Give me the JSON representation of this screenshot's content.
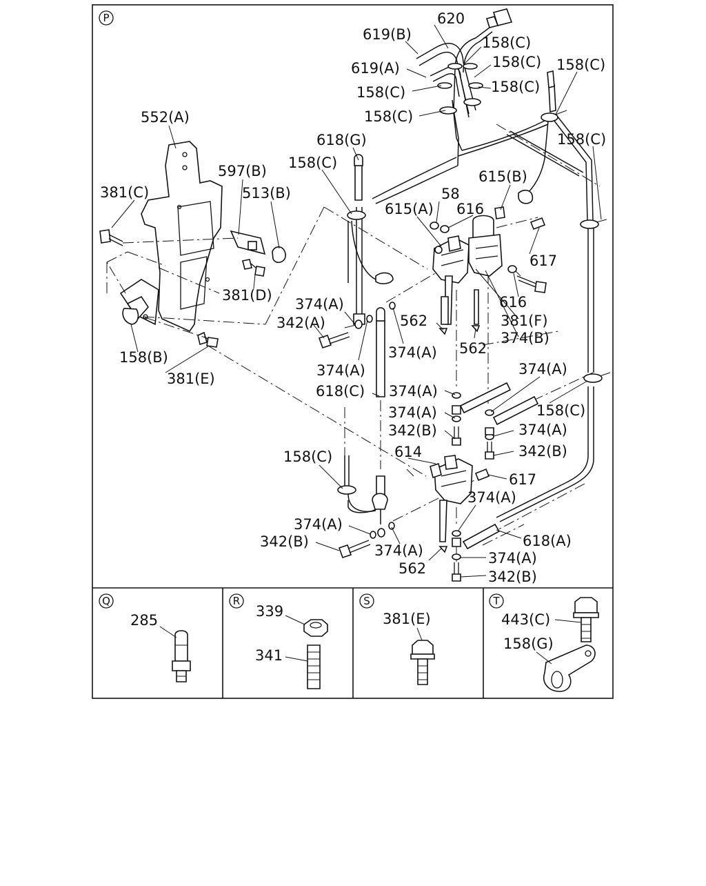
{
  "panels": {
    "main": {
      "tag": "P"
    },
    "q": {
      "tag": "Q"
    },
    "r": {
      "tag": "R"
    },
    "s": {
      "tag": "S"
    },
    "t": {
      "tag": "T"
    }
  },
  "callouts": {
    "c620": "620",
    "c619b": "619(B)",
    "c619a": "619(A)",
    "c158c_1": "158(C)",
    "c158c_2": "158(C)",
    "c158c_3": "158(C)",
    "c158c_4": "158(C)",
    "c158c_5": "158(C)",
    "c158c_6": "158(C)",
    "c158c_7": "158(C)",
    "c158c_8": "158(C)",
    "c158c_9": "158(C)",
    "c158c_10": "158(C)",
    "c552a": "552(A)",
    "c618g": "618(G)",
    "c597b": "597(B)",
    "c513b": "513(B)",
    "c381c": "381(C)",
    "c615b": "615(B)",
    "c615a": "615(A)",
    "c58": "58",
    "c616_1": "616",
    "c616_2": "616",
    "c617_1": "617",
    "c617_2": "617",
    "c381d": "381(D)",
    "c381f": "381(F)",
    "c381e": "381(E)",
    "c158b": "158(B)",
    "c374a_1": "374(A)",
    "c374a_2": "374(A)",
    "c374a_3": "374(A)",
    "c374a_4": "374(A)",
    "c374a_5": "374(A)",
    "c374a_6": "374(A)",
    "c374a_7": "374(A)",
    "c374a_8": "374(A)",
    "c374a_9": "374(A)",
    "c374a_10": "374(A)",
    "c374a_11": "374(A)",
    "c374b": "374(B)",
    "c342a": "342(A)",
    "c342b_1": "342(B)",
    "c342b_2": "342(B)",
    "c342b_3": "342(B)",
    "c342b_4": "342(B)",
    "c562_1": "562",
    "c562_2": "562",
    "c562_3": "562",
    "c618c": "618(C)",
    "c618a": "618(A)",
    "c614": "614",
    "c285": "285",
    "c339": "339",
    "c341": "341",
    "c381e_s": "381(E)",
    "c443c": "443(C)",
    "c158g": "158(G)"
  }
}
